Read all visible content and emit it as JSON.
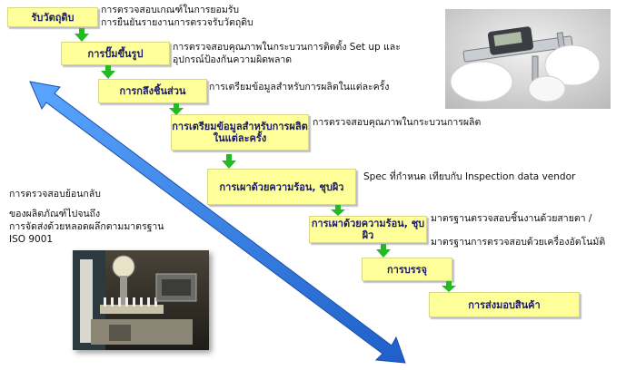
{
  "steps": [
    {
      "label": "รับวัตถุดิบ",
      "note": [
        "การตรวจสอบเกณฑ์ในการยอมรับ",
        "การยืนยันรายงานการตรวจรับวัตถุดิบ"
      ]
    },
    {
      "label": "การปั๊มขึ้นรูป",
      "note": [
        "การตรวจสอบคุณภาพในกระบวนการติดตั้ง Set up และ",
        "อุปกรณ์ป้องกันความผิดพลาด"
      ]
    },
    {
      "label": "การกลึงชิ้นส่วน",
      "note": [
        "การเตรียมข้อมูลสำหรับการผลิตในแต่ละครั้ง"
      ]
    },
    {
      "label": "การเตรียมข้อมูลสำหรับการผลิตในแต่ละครั้ง",
      "note": [
        "การตรวจสอบคุณภาพในกระบวนการผลิต"
      ]
    },
    {
      "label": "การเผาด้วยความร้อน, ชุบผิว",
      "note": [
        "Spec ที่กำหนด เทียบกับ Inspection data vendor"
      ]
    },
    {
      "label": "การเผาด้วยความร้อน, ชุบผิว",
      "note": [
        "มาตรฐานตรวจสอบชิ้นงานด้วยสายตา /",
        "มาตรฐานการตรวจสอบด้วยเครื่องอัตโนมัติ"
      ]
    },
    {
      "label": "การบรรจุ",
      "note": []
    },
    {
      "label": "การส่งมอบสินค้า",
      "note": []
    }
  ],
  "traceability": {
    "title": "การตรวจสอบย้อนกลับ",
    "lines": [
      "ของผลิตภัณฑ์ไปจนถึง",
      "การจัดส่งด้วยหลอดผลึกตามมาตรฐาน",
      "ISO 9001"
    ]
  },
  "colors": {
    "box_fill": "#ffff99",
    "box_text": "#1a1a66",
    "flow_arrow": "#22bb22",
    "diagonal_arrow": "#2f7fe0"
  },
  "icons": {
    "photo_top": "caliper-measurement-photo",
    "photo_bottom": "inspection-machine-photo"
  }
}
